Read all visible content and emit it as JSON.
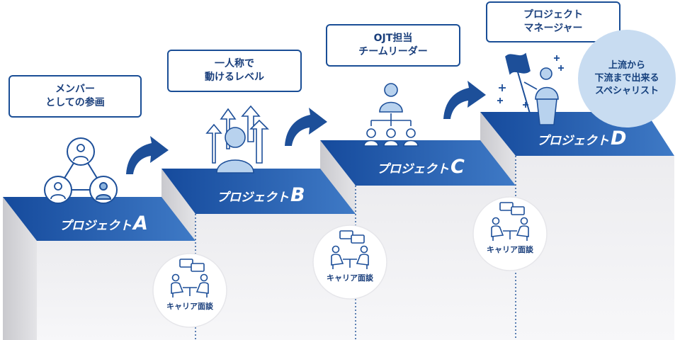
{
  "steps": [
    {
      "project_prefix": "プロジェクト",
      "letter": "A",
      "role": [
        "メンバー",
        "としての参画"
      ]
    },
    {
      "project_prefix": "プロジェクト",
      "letter": "B",
      "role": [
        "一人称で",
        "動けるレベル"
      ]
    },
    {
      "project_prefix": "プロジェクト",
      "letter": "C",
      "role": [
        "OJT担当",
        "チームリーダー"
      ]
    },
    {
      "project_prefix": "プロジェクト",
      "letter": "D",
      "role": [
        "プロジェクト",
        "マネージャー"
      ]
    }
  ],
  "career_interview": {
    "label": "キャリア面談"
  },
  "goal_bubble": [
    "上流から",
    "下流まで出来る",
    "スペシャリスト"
  ],
  "colors": {
    "primary": "#1a4e96",
    "light": "#c8dcf1",
    "step_top": "#1d56a8",
    "step_side": "#cfcfd3"
  }
}
